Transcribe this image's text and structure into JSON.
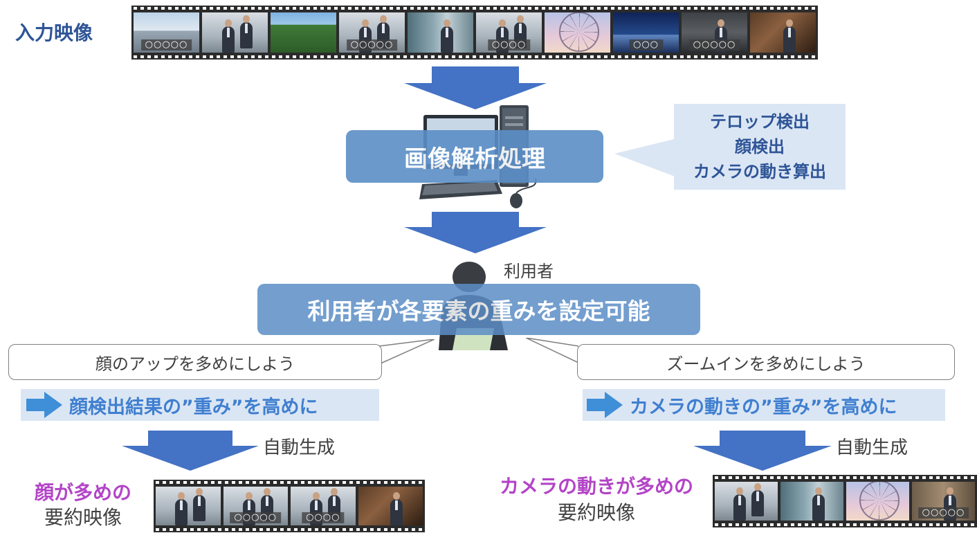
{
  "input": {
    "label": "入力映像",
    "frames": [
      {
        "scene": "city",
        "caption": "○○○○○"
      },
      {
        "scene": "office",
        "caption": ""
      },
      {
        "scene": "trees",
        "caption": ""
      },
      {
        "scene": "office",
        "caption": "○○○○○"
      },
      {
        "scene": "glass",
        "caption": ""
      },
      {
        "scene": "office",
        "caption": "○○○○"
      },
      {
        "scene": "wheel",
        "caption": ""
      },
      {
        "scene": "night",
        "caption": "○○○"
      },
      {
        "scene": "dark",
        "caption": "○○○○○"
      },
      {
        "scene": "warm",
        "caption": ""
      }
    ]
  },
  "processing": {
    "title": "画像解析処理",
    "callout_lines": [
      "テロップ検出",
      "顔検出",
      "カメラの動き算出"
    ]
  },
  "user": {
    "label": "利用者",
    "box_text": "利用者が各要素の重みを設定可能"
  },
  "left": {
    "speech": "顔のアップを多めにしよう",
    "action": "顔検出結果の”重み”を高めに",
    "auto": "自動生成",
    "result_line1": "顔が多めの",
    "result_line2": "要約映像",
    "frames": [
      {
        "scene": "office",
        "caption": ""
      },
      {
        "scene": "office",
        "caption": "○○○○○"
      },
      {
        "scene": "office",
        "caption": "○○○○"
      },
      {
        "scene": "warm",
        "caption": ""
      }
    ]
  },
  "right": {
    "speech": "ズームインを多めにしよう",
    "action": "カメラの動きの”重み”を高めに",
    "auto": "自動生成",
    "result_line1": "カメラの動きが多めの",
    "result_line2": "要約映像",
    "frames": [
      {
        "scene": "office",
        "caption": ""
      },
      {
        "scene": "glass",
        "caption": ""
      },
      {
        "scene": "wheel",
        "caption": ""
      },
      {
        "scene": "brick",
        "caption": "○○○○○"
      }
    ]
  },
  "colors": {
    "arrow": "#4472c4",
    "title_blue": "#2f5597",
    "box_blue": "#5b8ec6",
    "action_blue": "#3f7fd0",
    "result_purple": "#b344c7",
    "light_bg": "#dbe6f4"
  }
}
